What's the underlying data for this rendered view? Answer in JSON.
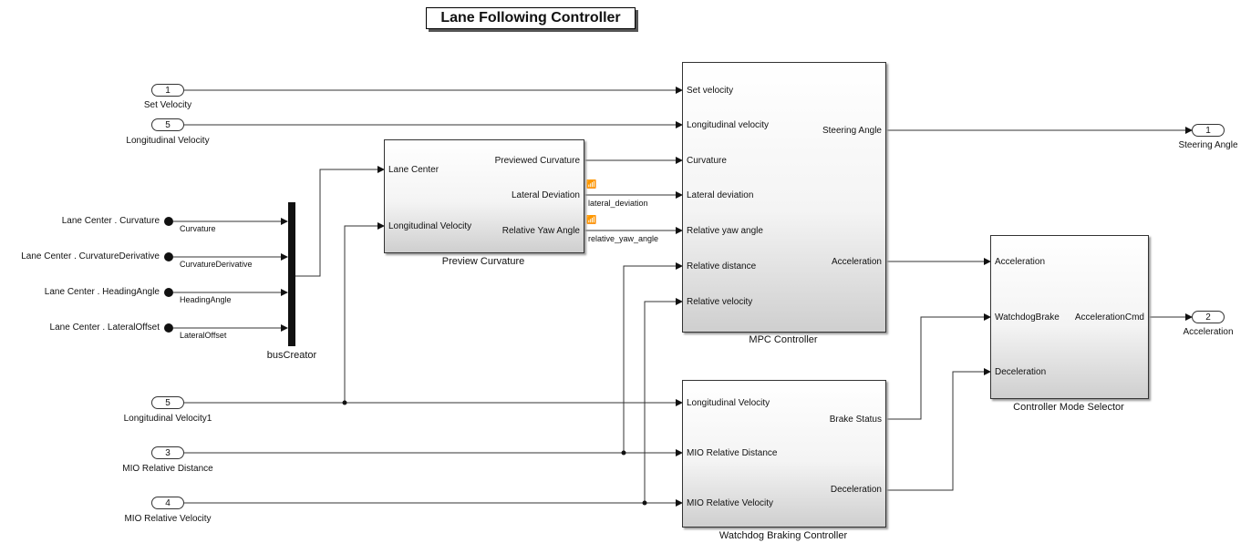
{
  "title": "Lane Following Controller",
  "inports": [
    {
      "num": "1",
      "label": "Set Velocity"
    },
    {
      "num": "5",
      "label": "Longitudinal Velocity"
    },
    {
      "num": "5",
      "label": "Longitudinal Velocity1"
    },
    {
      "num": "3",
      "label": "MIO Relative Distance"
    },
    {
      "num": "4",
      "label": "MIO Relative Velocity"
    }
  ],
  "outports": [
    {
      "num": "1",
      "label": "Steering Angle"
    },
    {
      "num": "2",
      "label": "Acceleration"
    }
  ],
  "from_blocks": [
    {
      "label": "Lane Center . Curvature",
      "signal": "Curvature"
    },
    {
      "label": "Lane Center . CurvatureDerivative",
      "signal": "CurvatureDerivative"
    },
    {
      "label": "Lane Center . HeadingAngle",
      "signal": "HeadingAngle"
    },
    {
      "label": "Lane Center . LateralOffset",
      "signal": "LateralOffset"
    }
  ],
  "bus_creator": {
    "name": "busCreator"
  },
  "preview": {
    "name": "Preview Curvature",
    "inputs": [
      "Lane Center",
      "Longitudinal Velocity"
    ],
    "outputs": [
      "Previewed Curvature",
      "Lateral Deviation",
      "Relative Yaw Angle"
    ],
    "signals": [
      "lateral_deviation",
      "relative_yaw_angle"
    ]
  },
  "mpc": {
    "name": "MPC Controller",
    "inputs": [
      "Set velocity",
      "Longitudinal velocity",
      "Curvature",
      "Lateral deviation",
      "Relative yaw angle",
      "Relative distance",
      "Relative velocity"
    ],
    "outputs": [
      "Steering Angle",
      "Acceleration"
    ]
  },
  "watchdog": {
    "name": "Watchdog Braking Controller",
    "inputs": [
      "Longitudinal Velocity",
      "MIO Relative Distance",
      "MIO Relative Velocity"
    ],
    "outputs": [
      "Brake Status",
      "Deceleration"
    ]
  },
  "selector": {
    "name": "Controller Mode Selector",
    "inputs": [
      "Acceleration",
      "WatchdogBrake",
      "Deceleration"
    ],
    "outputs": [
      "AccelerationCmd"
    ]
  }
}
